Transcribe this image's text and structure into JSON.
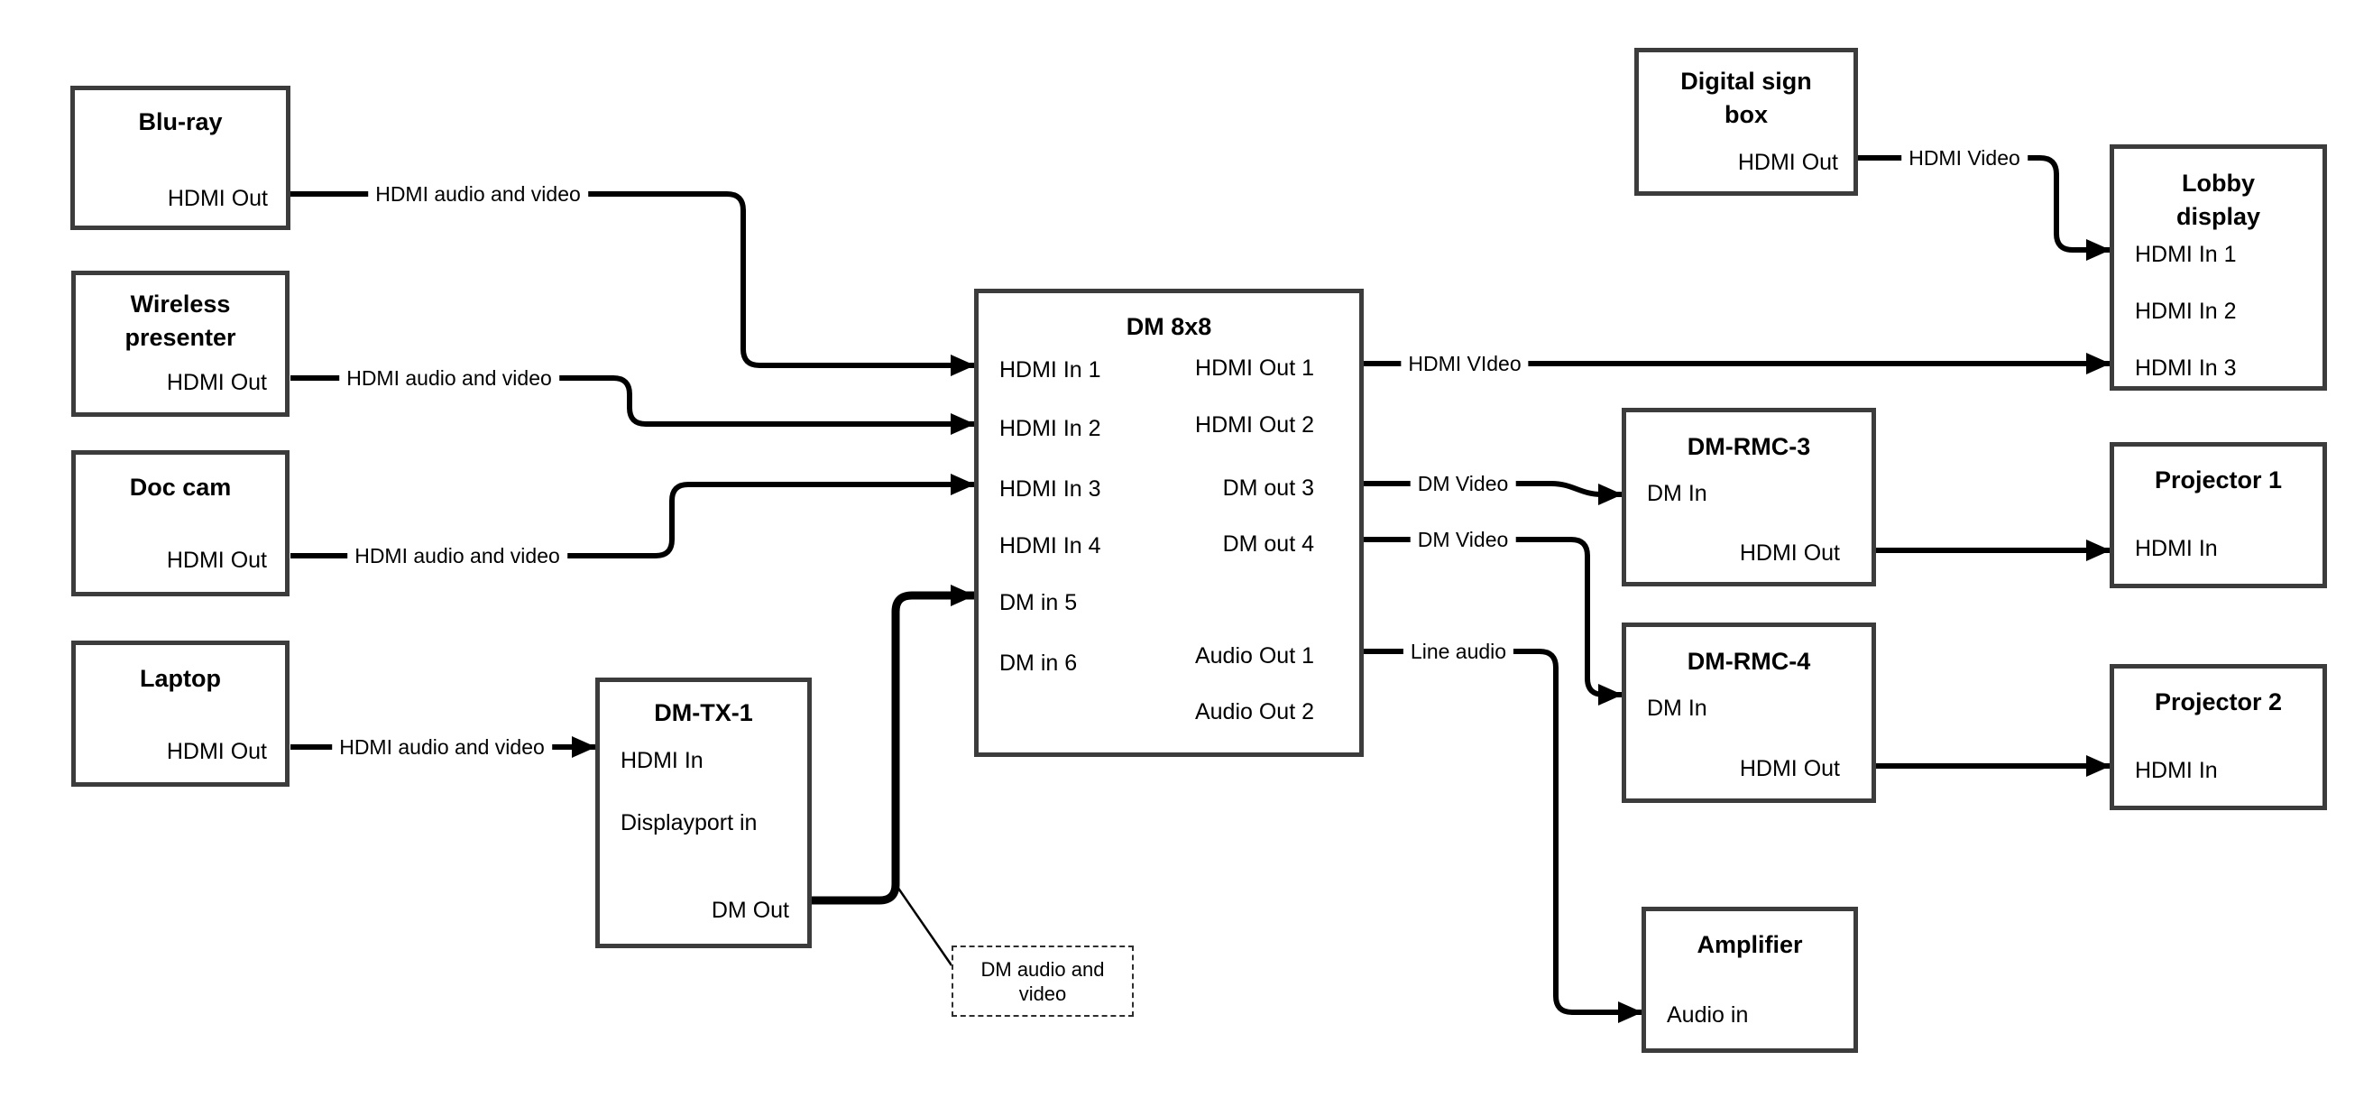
{
  "colors": {
    "background": "#ffffff",
    "box_border": "#3c3c3c",
    "line": "#000000",
    "text": "#000000"
  },
  "nodes": {
    "bluray": {
      "title": "Blu-ray",
      "port_out": "HDMI Out"
    },
    "wireless": {
      "title": "Wireless\npresenter",
      "port_out": "HDMI Out"
    },
    "doccam": {
      "title": "Doc cam",
      "port_out": "HDMI Out"
    },
    "laptop": {
      "title": "Laptop",
      "port_out": "HDMI Out"
    },
    "dmtx1": {
      "title": "DM-TX-1",
      "port_hdmi_in": "HDMI In",
      "port_dp_in": "Displayport in",
      "port_dm_out": "DM Out"
    },
    "dm8x8": {
      "title": "DM 8x8",
      "inputs": [
        "HDMI In 1",
        "HDMI In 2",
        "HDMI In 3",
        "HDMI In 4",
        "DM in 5",
        "DM in 6"
      ],
      "outputs": [
        "HDMI Out 1",
        "HDMI Out 2",
        "DM out 3",
        "DM out 4",
        "Audio Out 1",
        "Audio Out 2"
      ]
    },
    "digitalsign": {
      "title": "Digital sign\nbox",
      "port_out": "HDMI Out"
    },
    "lobby": {
      "title": "Lobby\ndisplay",
      "inputs": [
        "HDMI In 1",
        "HDMI In 2",
        "HDMI In 3"
      ]
    },
    "dmrmc3": {
      "title": "DM-RMC-3",
      "port_in": "DM In",
      "port_out": "HDMI Out"
    },
    "proj1": {
      "title": "Projector 1",
      "port_in": "HDMI In"
    },
    "dmrmc4": {
      "title": "DM-RMC-4",
      "port_in": "DM In",
      "port_out": "HDMI Out"
    },
    "proj2": {
      "title": "Projector 2",
      "port_in": "HDMI In"
    },
    "amplifier": {
      "title": "Amplifier",
      "port_in": "Audio in"
    }
  },
  "connection_labels": {
    "bluray": "HDMI audio and video",
    "wireless": "HDMI audio and video",
    "doccam": "HDMI audio and video",
    "laptop": "HDMI audio and video",
    "digitalsign": "HDMI Video",
    "hdmi_out1": "HDMI VIdeo",
    "dm_out3": "DM Video",
    "dm_out4": "DM Video",
    "audio_out1": "Line audio"
  },
  "callout": {
    "text": "DM audio and\nvideo"
  }
}
